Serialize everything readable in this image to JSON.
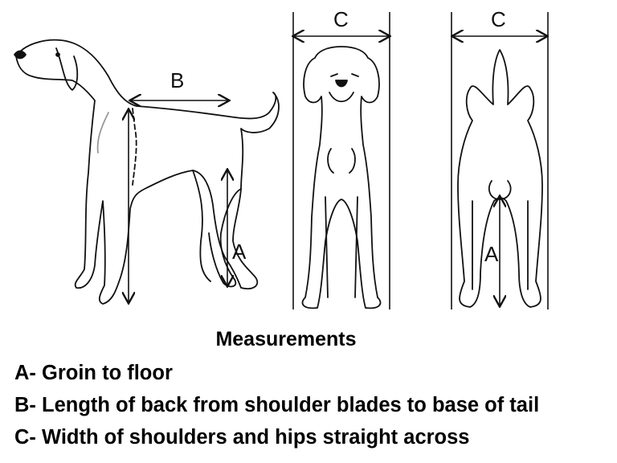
{
  "labels": {
    "a": "A",
    "b": "B",
    "c": "C"
  },
  "legend": {
    "title": "Measurements",
    "items": [
      "A- Groin to floor",
      "B- Length of back from shoulder blades to base of tail",
      "C- Width of shoulders and hips straight across"
    ]
  }
}
